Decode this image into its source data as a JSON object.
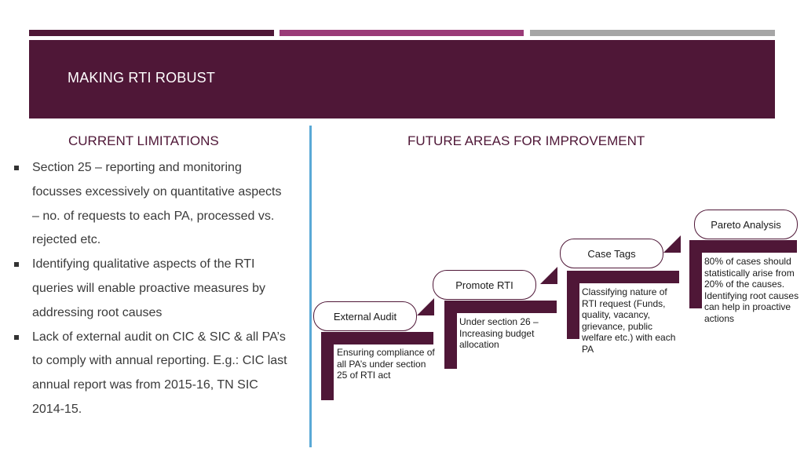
{
  "slide": {
    "title": "MAKING RTI ROBUST",
    "colors": {
      "header": "#4f1737",
      "bar1": "#4f1737",
      "bar2": "#9a3b78",
      "bar3": "#a6a6a6",
      "divider": "#5aa9d6"
    }
  },
  "left": {
    "heading": "CURRENT LIMITATIONS",
    "bullets": [
      "Section 25 – reporting and monitoring focusses excessively on quantitative aspects – no. of requests to each PA, processed vs. rejected etc.",
      "Identifying qualitative aspects of the RTI queries will enable proactive measures by addressing root causes",
      "Lack of external audit on CIC & SIC & all PA’s to comply with annual reporting. E.g.: CIC last annual report was from 2015-16, TN SIC 2014-15."
    ]
  },
  "right": {
    "heading": "FUTURE AREAS FOR IMPROVEMENT",
    "steps": [
      {
        "label": "External Audit",
        "text": "Ensuring compliance of all PA’s under section 25 of RTI act"
      },
      {
        "label": "Promote RTI",
        "text": "Under section 26 – Increasing budget allocation"
      },
      {
        "label": "Case Tags",
        "text": "Classifying nature of RTI request (Funds, quality, vacancy, grievance, public welfare etc.) with each PA"
      },
      {
        "label": "Pareto Analysis",
        "text": "80% of cases should statistically arise from 20% of the causes. Identifying root causes can help in proactive actions"
      }
    ]
  }
}
